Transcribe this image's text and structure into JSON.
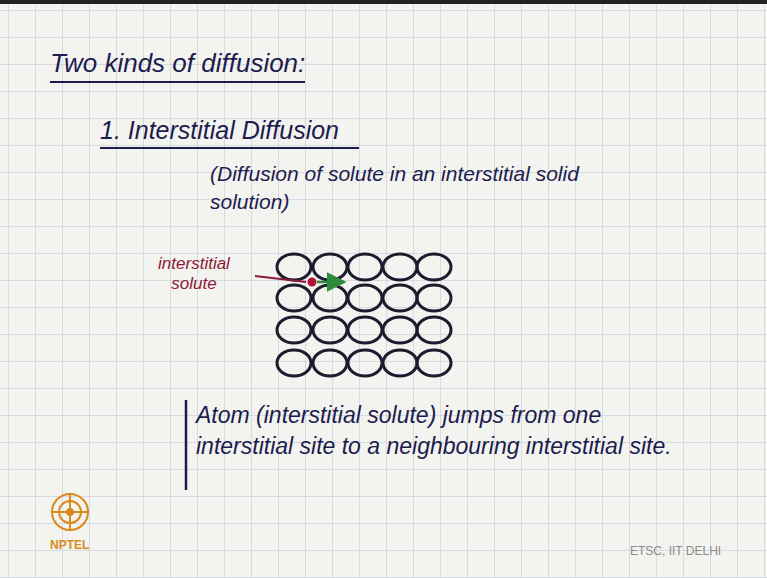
{
  "diagram": {
    "title": "Two kinds of diffusion:",
    "labels": [
      "1. Interstitial Diffusion",
      "(Diffusion of solute in an interstitial solid solution)",
      "interstitial solute",
      "Atom (interstitial solute) jumps from one interstitial site to a neighbouring interstitial site.",
      "NPTEL",
      "ETSC, IIT DELHI"
    ]
  }
}
